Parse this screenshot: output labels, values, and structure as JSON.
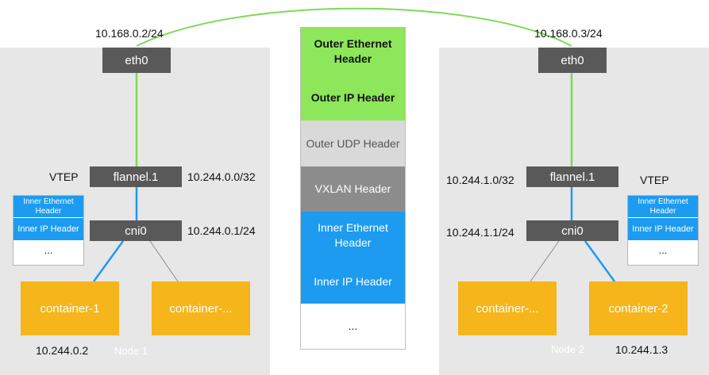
{
  "node1": {
    "ip": "10.168.0.2/24",
    "eth": "eth0",
    "vtep_label": "VTEP",
    "flannel": "flannel.1",
    "flannel_cidr": "10.244.0.0/32",
    "cni": "cni0",
    "cni_cidr": "10.244.0.1/24",
    "container_a": "container-1",
    "container_b": "container-...",
    "container_ip": "10.244.0.2",
    "name": "Node 1",
    "stack": [
      "Inner Ethernet Header",
      "Inner IP Header",
      "..."
    ]
  },
  "node2": {
    "ip": "10.168.0.3/24",
    "eth": "eth0",
    "vtep_label": "VTEP",
    "flannel": "flannel.1",
    "flannel_cidr": "10.244.1.0/32",
    "cni": "cni0",
    "cni_cidr": "10.244.1.1/24",
    "container_a": "container-...",
    "container_b": "container-2",
    "container_ip": "10.244.1.3",
    "name": "Node 2",
    "stack": [
      "Inner Ethernet Header",
      "Inner IP Header",
      "..."
    ]
  },
  "packet": [
    {
      "label": "Outer Ethernet Header",
      "color": "#8ee65a",
      "text_color": "#111111",
      "bold": true
    },
    {
      "label": "Outer IP Header",
      "color": "#8ee65a",
      "text_color": "#111111",
      "bold": true
    },
    {
      "label": "Outer UDP Header",
      "color": "#d9d9d9",
      "text_color": "#555555",
      "bold": false
    },
    {
      "label": "VXLAN Header",
      "color": "#8c8c8c",
      "text_color": "#ffffff",
      "bold": false
    },
    {
      "label": "Inner Ethernet Header",
      "color": "#1d9bf0",
      "text_color": "#ffffff",
      "bold": false
    },
    {
      "label": "Inner IP Header",
      "color": "#1d9bf0",
      "text_color": "#ffffff",
      "bold": false
    },
    {
      "label": "...",
      "color": "#ffffff",
      "text_color": "#222222",
      "bold": false
    }
  ],
  "colors": {
    "green_link": "#7ed957",
    "blue_link": "#1d9bf0",
    "gray_link": "#8a8a8a"
  }
}
